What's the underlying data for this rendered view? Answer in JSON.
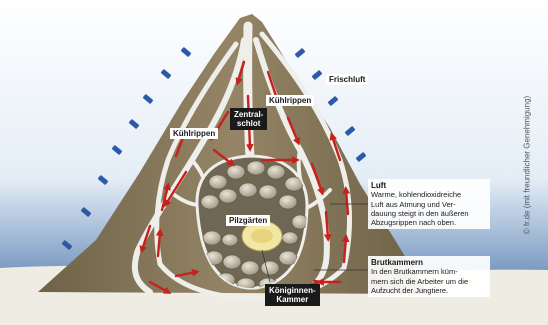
{
  "labels": {
    "frischluft": "Frischluft",
    "kuehlrippen_right": "Kühlrippen",
    "kuehlrippen_left": "Kühlrippen",
    "zentralschlot": [
      "Zentral-",
      "schlot"
    ],
    "pilzgaerten": "Pilzgärten",
    "koeniginnenkammer": [
      "Königinnen-",
      "Kammer"
    ]
  },
  "callouts": {
    "luft": {
      "title": "Luft",
      "text": "Warme, kohlendioxidreiche\nLuft aus Atmung und Ver-\ndauung steigt in den äußeren\nAbzugsrippen nach oben."
    },
    "brutkammern": {
      "title": "Brutkammern",
      "text": "In den Brutkammern küm-\nmern sich die Arbeiter um die\nAufzucht der Jungtiere."
    }
  },
  "credit": "© fr.de (mit freundlicher Genehmigung)",
  "colors": {
    "sky_top": "#ffffff",
    "sky_bottom": "#3d6aa3",
    "mound": "#8a7a5c",
    "tunnel": "#eeeeea",
    "arrow_red": "#c8201c",
    "arrow_blue": "#2c5aa8",
    "label_dark": "#1a1a1a"
  }
}
